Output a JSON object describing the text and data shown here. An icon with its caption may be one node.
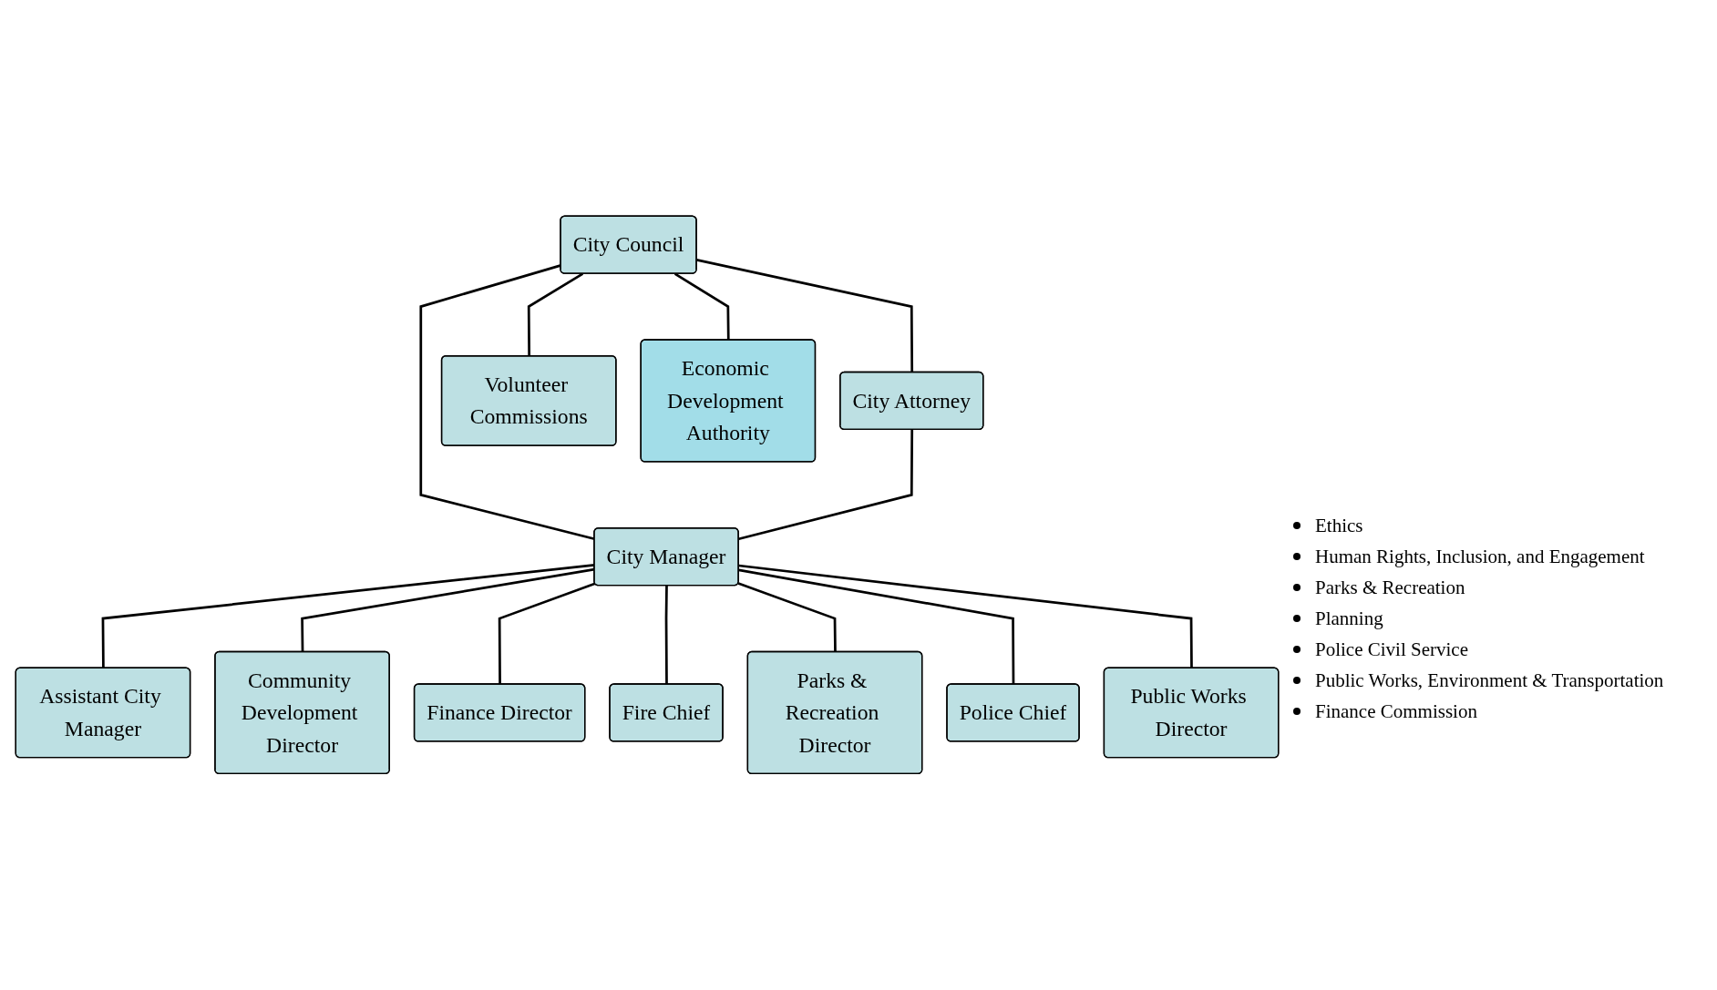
{
  "diagram": {
    "nodes": [
      {
        "text": [
          "City Council"
        ]
      },
      {
        "text": [
          "City Attorney"
        ]
      },
      {
        "text": [
          "City Manager"
        ]
      },
      {
        "text": [
          "Volunteer Commissions"
        ]
      },
      {
        "text": [
          "Economic Development Authority"
        ]
      },
      {
        "text": [
          "Assistant City Manager"
        ]
      },
      {
        "text": [
          "Community Development Director"
        ]
      },
      {
        "text": [
          "Finance Director"
        ]
      },
      {
        "text": [
          "Fire Chief"
        ]
      },
      {
        "text": [
          "Parks & Recreation Director"
        ]
      },
      {
        "text": [
          "Police Chief"
        ]
      },
      {
        "text": [
          "Public Works Director"
        ]
      }
    ],
    "edges": [
      {
        "from": 0,
        "to": 1,
        "arrow": "none"
      },
      {
        "from": 0,
        "to": 2,
        "arrow": "none"
      },
      {
        "from": 0,
        "to": 3,
        "arrow": "none"
      },
      {
        "from": 0,
        "to": 4,
        "arrow": "none"
      },
      {
        "from": 1,
        "to": 2,
        "arrow": "none"
      },
      {
        "from": 2,
        "to": 5,
        "arrow": "none"
      },
      {
        "from": 2,
        "to": 6,
        "arrow": "none"
      },
      {
        "from": 2,
        "to": 7,
        "arrow": "none"
      },
      {
        "from": 2,
        "to": 8,
        "arrow": "none"
      },
      {
        "from": 2,
        "to": 9,
        "arrow": "none"
      },
      {
        "from": 2,
        "to": 10,
        "arrow": "none"
      },
      {
        "from": 2,
        "to": 11,
        "arrow": "none"
      }
    ],
    "labels": [
      "Ethics",
      "Human Rights, Inclusion, and Engagement",
      "Parks & Recreation",
      "Planning",
      "Police Civil Service",
      "Public Works, Environment & Transportation",
      "Finance Commission"
    ]
  }
}
